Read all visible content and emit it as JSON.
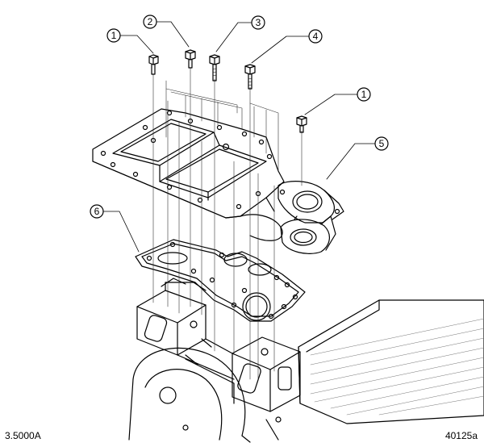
{
  "figure": {
    "code_left": "3.5000A",
    "code_right": "40125a"
  },
  "callouts": [
    {
      "id": "callout-1-left",
      "label": "1"
    },
    {
      "id": "callout-2",
      "label": "2"
    },
    {
      "id": "callout-3",
      "label": "3"
    },
    {
      "id": "callout-4",
      "label": "4"
    },
    {
      "id": "callout-1-right",
      "label": "1"
    },
    {
      "id": "callout-5",
      "label": "5"
    },
    {
      "id": "callout-6",
      "label": "6"
    }
  ],
  "parts": [
    {
      "id": "bolt",
      "icon": "hex-bolt-icon"
    },
    {
      "id": "housing",
      "icon": "flywheel-housing-cover"
    },
    {
      "id": "gasket",
      "icon": "gasket"
    },
    {
      "id": "block",
      "icon": "engine-block"
    }
  ]
}
